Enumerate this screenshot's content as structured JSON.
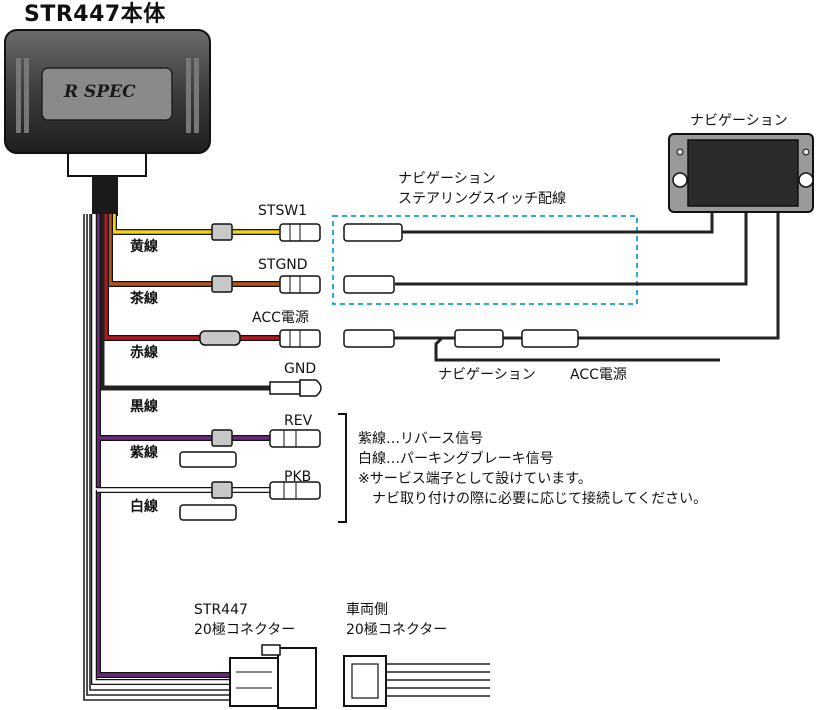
{
  "unit_title": "STR447本体",
  "logo_text": "R SPEC",
  "navi": {
    "title": "ナビゲーション",
    "harness_label_line1": "ナビゲーション",
    "harness_label_line2": "ステアリングスイッチ配線",
    "bottom_label": "ナビゲーション",
    "acc_label": "ACC電源"
  },
  "connectors": {
    "stsw1": "STSW1",
    "stgnd": "STGND",
    "acc": "ACC電源",
    "gnd": "GND",
    "rev": "REV",
    "pkb": "PKB"
  },
  "wires": {
    "yellow": "黄線",
    "brown": "茶線",
    "red": "赤線",
    "black": "黒線",
    "purple": "紫線",
    "white": "白線"
  },
  "notes": {
    "line1": "紫線…リバース信号",
    "line2": "白線…パーキングブレーキ信号",
    "line3": "※サービス端子として設けています。",
    "line4": "ナビ取り付けの際に必要に応じて接続してください。"
  },
  "bottom": {
    "str_line1": "STR447",
    "str_line2": "20極コネクター",
    "car_line1": "車両側",
    "car_line2": "20極コネクター"
  },
  "colors": {
    "yellow": "#f5d21a",
    "brown": "#b0551e",
    "red": "#b0181e",
    "black": "#222222",
    "purple": "#6a2a7a",
    "white": "#ffffff",
    "dashed_box": "#2ea8d8"
  }
}
